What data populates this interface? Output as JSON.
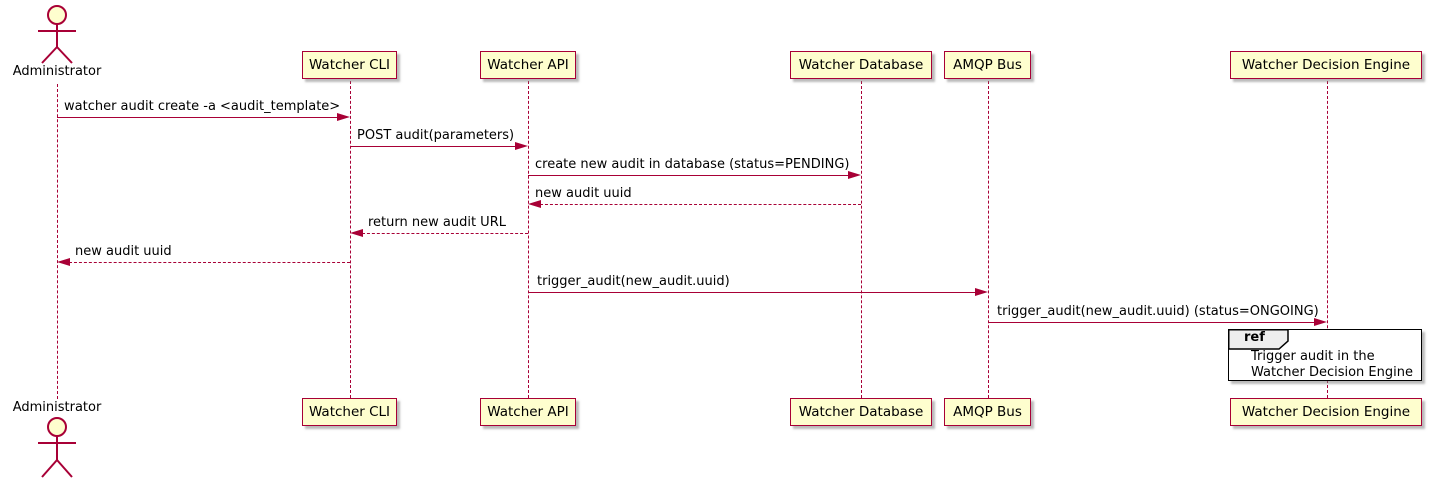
{
  "diagram": {
    "type": "sequence-diagram",
    "colors": {
      "participant_fill": "#FEFECE",
      "participant_border": "#A80036",
      "line": "#A80036",
      "text": "#000000",
      "ref_border": "#000000",
      "ref_header_fill": "#EEEEEE",
      "background": "#FFFFFF"
    },
    "actor": {
      "name": "Administrator"
    },
    "participants": [
      {
        "label": "Watcher CLI"
      },
      {
        "label": "Watcher API"
      },
      {
        "label": "Watcher Database"
      },
      {
        "label": "AMQP Bus"
      },
      {
        "label": "Watcher Decision Engine"
      }
    ],
    "messages": [
      {
        "from": "Administrator",
        "to": "Watcher CLI",
        "style": "solid",
        "text": "watcher audit create -a <audit_template>"
      },
      {
        "from": "Watcher CLI",
        "to": "Watcher API",
        "style": "solid",
        "text": "POST audit(parameters)"
      },
      {
        "from": "Watcher API",
        "to": "Watcher Database",
        "style": "solid",
        "text": "create new audit in database (status=PENDING)"
      },
      {
        "from": "Watcher Database",
        "to": "Watcher API",
        "style": "dashed",
        "text": "new audit uuid"
      },
      {
        "from": "Watcher API",
        "to": "Watcher CLI",
        "style": "dashed",
        "text": "return new audit URL"
      },
      {
        "from": "Watcher CLI",
        "to": "Administrator",
        "style": "dashed",
        "text": "new audit uuid"
      },
      {
        "from": "Watcher API",
        "to": "AMQP Bus",
        "style": "solid",
        "text": "trigger_audit(new_audit.uuid)"
      },
      {
        "from": "AMQP Bus",
        "to": "Watcher Decision Engine",
        "style": "solid",
        "text": "trigger_audit(new_audit.uuid) (status=ONGOING)"
      }
    ],
    "ref": {
      "keyword": "ref",
      "lines": [
        "Trigger audit in the",
        "Watcher Decision Engine"
      ]
    }
  }
}
